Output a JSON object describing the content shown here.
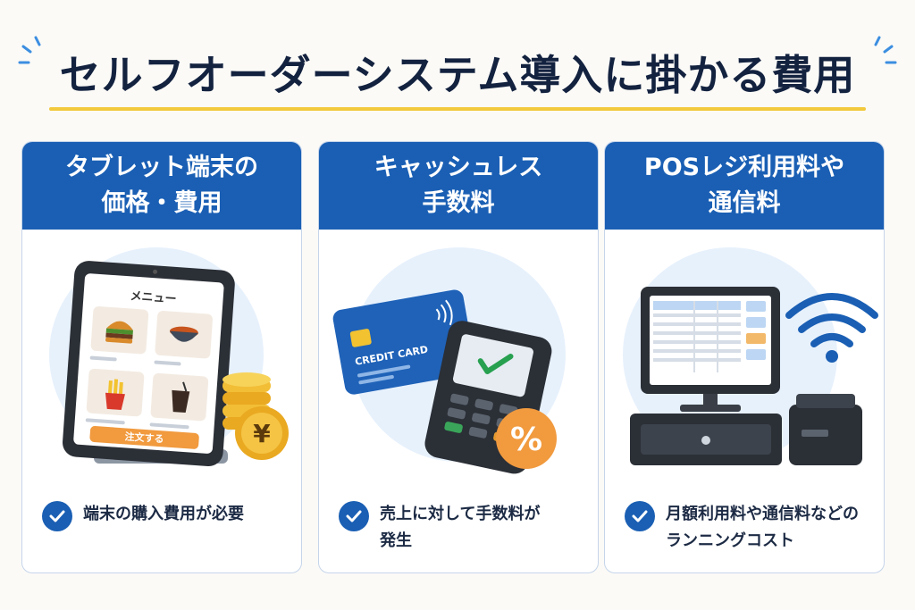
{
  "page": {
    "title": "セルフオーダーシステム導入に掛かる費用",
    "accent_color": "#f3c93d",
    "brand_color": "#1a5fb4"
  },
  "cards": [
    {
      "heading": "タブレット端末の\n価格・費用",
      "illustration": {
        "screen_title": "メニュー",
        "order_button": "注文する",
        "coin_symbol": "¥",
        "icons": [
          "burger-icon",
          "curry-bowl-icon",
          "fries-icon",
          "drink-icon",
          "coin-stack-icon"
        ]
      },
      "feature": "端末の購入費用が必要"
    },
    {
      "heading": "キャッシュレス\n手数料",
      "illustration": {
        "card_label": "CREDIT CARD",
        "badge_symbol": "%",
        "icons": [
          "credit-card-icon",
          "contactless-icon",
          "payment-terminal-icon",
          "checkmark-icon"
        ]
      },
      "feature": "売上に対して手数料が\n発生"
    },
    {
      "heading": "POSレジ利用料や\n通信料",
      "illustration": {
        "icons": [
          "pos-monitor-icon",
          "cash-drawer-icon",
          "receipt-printer-icon",
          "wifi-icon"
        ]
      },
      "feature": "月額利用料や通信料などの\nランニングコスト"
    }
  ]
}
